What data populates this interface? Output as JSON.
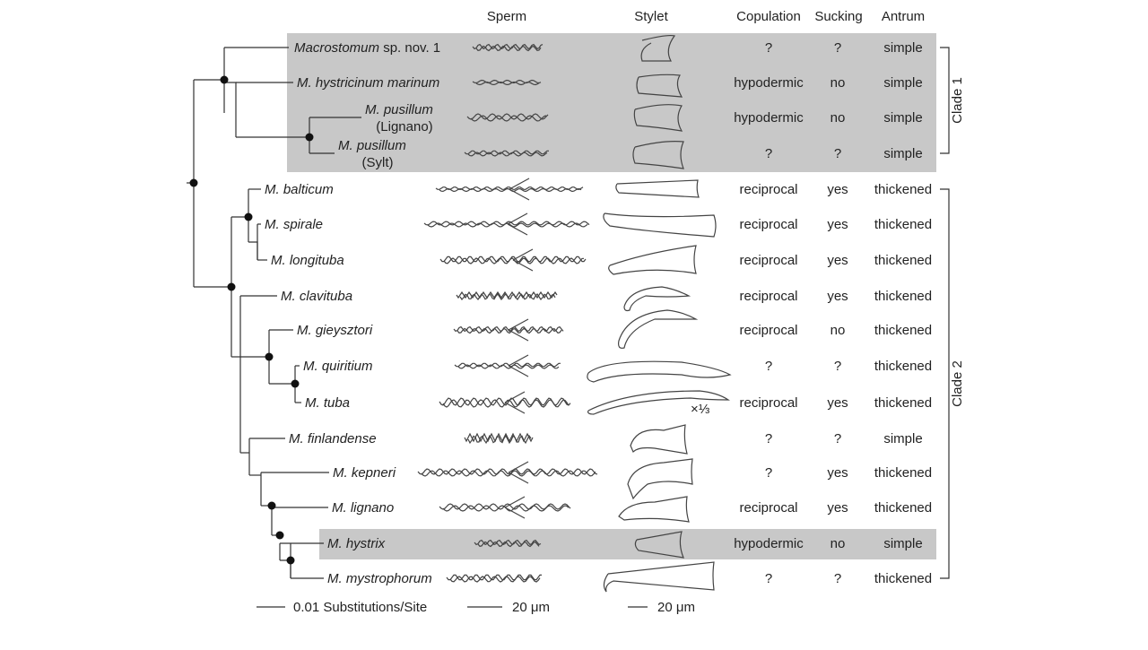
{
  "headers": {
    "sperm": "Sperm",
    "stylet": "Stylet",
    "copulation": "Copulation",
    "sucking": "Sucking",
    "antrum": "Antrum"
  },
  "taxa": [
    {
      "name_italic": "Macrostomum",
      "name_rest": " sp. nov. 1",
      "copulation": "?",
      "sucking": "?",
      "antrum": "simple",
      "highlight": true
    },
    {
      "name_italic": "M. hystricinum marinum",
      "name_rest": "",
      "copulation": "hypodermic",
      "sucking": "no",
      "antrum": "simple",
      "highlight": true
    },
    {
      "name_italic": "M. pusillum",
      "name_rest": "",
      "subline": "(Lignano)",
      "copulation": "hypodermic",
      "sucking": "no",
      "antrum": "simple",
      "highlight": true
    },
    {
      "name_italic": "M. pusillum",
      "name_rest": "",
      "subline": "(Sylt)",
      "copulation": "?",
      "sucking": "?",
      "antrum": "simple",
      "highlight": true
    },
    {
      "name_italic": "M. balticum",
      "name_rest": "",
      "copulation": "reciprocal",
      "sucking": "yes",
      "antrum": "thickened",
      "highlight": false
    },
    {
      "name_italic": "M. spirale",
      "name_rest": "",
      "copulation": "reciprocal",
      "sucking": "yes",
      "antrum": "thickened",
      "highlight": false
    },
    {
      "name_italic": "M. longituba",
      "name_rest": "",
      "copulation": "reciprocal",
      "sucking": "yes",
      "antrum": "thickened",
      "highlight": false
    },
    {
      "name_italic": "M. clavituba",
      "name_rest": "",
      "copulation": "reciprocal",
      "sucking": "yes",
      "antrum": "thickened",
      "highlight": false
    },
    {
      "name_italic": "M. gieysztori",
      "name_rest": "",
      "copulation": "reciprocal",
      "sucking": "no",
      "antrum": "thickened",
      "highlight": false
    },
    {
      "name_italic": "M. quiritium",
      "name_rest": "",
      "copulation": "?",
      "sucking": "?",
      "antrum": "thickened",
      "highlight": false
    },
    {
      "name_italic": "M. tuba",
      "name_rest": "",
      "copulation": "reciprocal",
      "sucking": "yes",
      "antrum": "thickened",
      "highlight": false,
      "stylet_note": "×⅓"
    },
    {
      "name_italic": "M. finlandense",
      "name_rest": "",
      "copulation": "?",
      "sucking": "?",
      "antrum": "simple",
      "highlight": false
    },
    {
      "name_italic": "M. kepneri",
      "name_rest": "",
      "copulation": "?",
      "sucking": "yes",
      "antrum": "thickened",
      "highlight": false
    },
    {
      "name_italic": "M. lignano",
      "name_rest": "",
      "copulation": "reciprocal",
      "sucking": "yes",
      "antrum": "thickened",
      "highlight": false
    },
    {
      "name_italic": "M. hystrix",
      "name_rest": "",
      "copulation": "hypodermic",
      "sucking": "no",
      "antrum": "simple",
      "highlight": true
    },
    {
      "name_italic": "M. mystrophorum",
      "name_rest": "",
      "copulation": "?",
      "sucking": "?",
      "antrum": "thickened",
      "highlight": false
    }
  ],
  "clades": [
    {
      "label": "Clade 1",
      "first_taxon": 0,
      "last_taxon": 3
    },
    {
      "label": "Clade 2",
      "first_taxon": 4,
      "last_taxon": 15
    }
  ],
  "scales": {
    "tree": "0.01 Substitutions/Site",
    "sperm": "20 μm",
    "stylet": "20 μm"
  },
  "colors": {
    "highlight": "#c8c8c8",
    "line": "#333333",
    "node": "#111111"
  }
}
